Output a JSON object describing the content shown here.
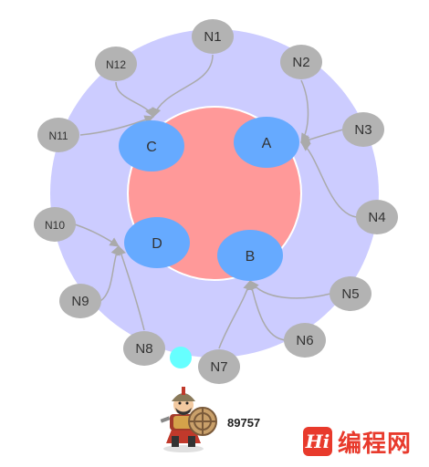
{
  "ring_nodes": [
    {
      "id": "N1",
      "label": "N1"
    },
    {
      "id": "N2",
      "label": "N2"
    },
    {
      "id": "N3",
      "label": "N3"
    },
    {
      "id": "N4",
      "label": "N4"
    },
    {
      "id": "N5",
      "label": "N5"
    },
    {
      "id": "N6",
      "label": "N6"
    },
    {
      "id": "N7",
      "label": "N7"
    },
    {
      "id": "N8",
      "label": "N8"
    },
    {
      "id": "N9",
      "label": "N9"
    },
    {
      "id": "N10",
      "label": "N10"
    },
    {
      "id": "N11",
      "label": "N11"
    },
    {
      "id": "N12",
      "label": "N12"
    }
  ],
  "server_nodes": [
    {
      "id": "A",
      "label": "A"
    },
    {
      "id": "B",
      "label": "B"
    },
    {
      "id": "C",
      "label": "C"
    },
    {
      "id": "D",
      "label": "D"
    }
  ],
  "edges": [
    {
      "from": "N1",
      "to": "C"
    },
    {
      "from": "N12",
      "to": "C"
    },
    {
      "from": "N11",
      "to": "C"
    },
    {
      "from": "N2",
      "to": "A"
    },
    {
      "from": "N3",
      "to": "A"
    },
    {
      "from": "N4",
      "to": "A"
    },
    {
      "from": "N5",
      "to": "B"
    },
    {
      "from": "N6",
      "to": "B"
    },
    {
      "from": "N7",
      "to": "B"
    },
    {
      "from": "N8",
      "to": "D"
    },
    {
      "from": "N9",
      "to": "D"
    },
    {
      "from": "N10",
      "to": "D"
    }
  ],
  "colors": {
    "outer_ring": "#ccccff",
    "inner_circle": "#ff9999",
    "server_node": "#66aaff",
    "ring_node": "#b3b3b3",
    "edge": "#aaaaaa",
    "marker_dot": "#66ffff",
    "logo_red": "#e83a2c"
  },
  "footer": {
    "counter": "89757",
    "logo_mark": "Hi",
    "logo_text": "编程网"
  },
  "icons": [
    "warrior-mascot-icon",
    "logo-icon"
  ]
}
